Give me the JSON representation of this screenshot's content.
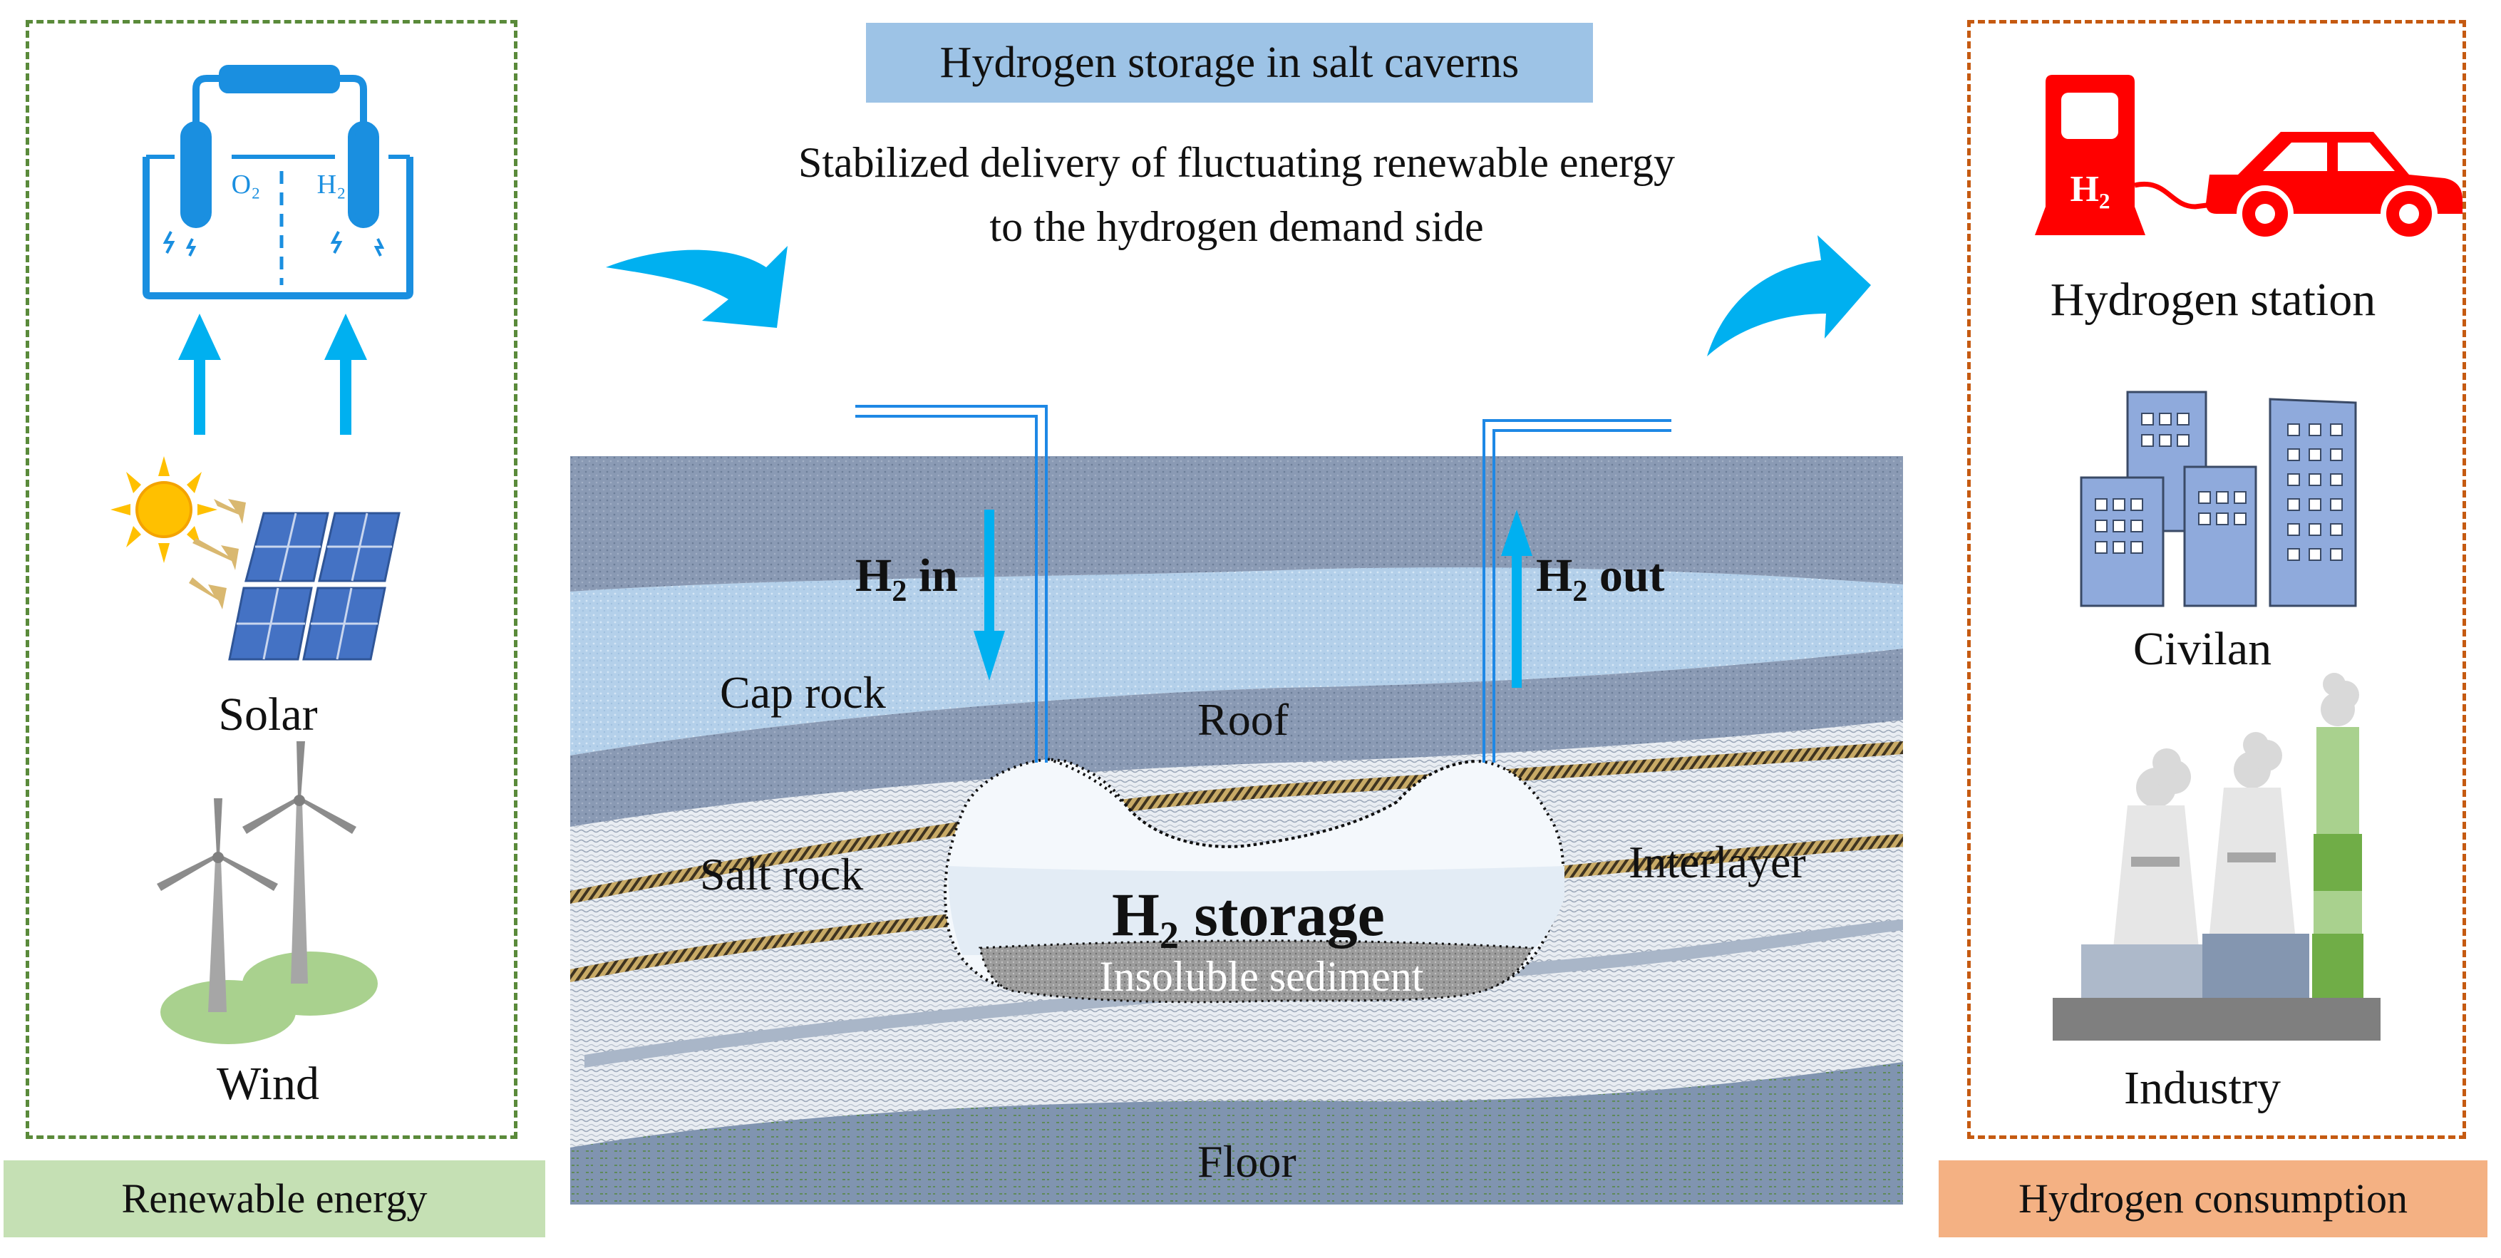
{
  "header": {
    "title": "Hydrogen storage in salt caverns",
    "subtitle_line1": "Stabilized delivery of fluctuating renewable energy",
    "subtitle_line2": "to the hydrogen demand side"
  },
  "left_panel": {
    "footer_label": "Renewable energy",
    "electrolyzer": {
      "left_gas": "O₂",
      "right_gas": "H₂"
    },
    "solar_label": "Solar",
    "wind_label": "Wind"
  },
  "right_panel": {
    "footer_label": "Hydrogen consumption",
    "station_badge": "H₂",
    "station_label": "Hydrogen station",
    "civilian_label": "Civilan",
    "industry_label": "Industry"
  },
  "geology": {
    "h2_in_prefix": "H",
    "h2_in_sub": "2",
    "h2_in_suffix": " in",
    "h2_out_prefix": "H",
    "h2_out_sub": "2",
    "h2_out_suffix": " out",
    "cap_rock": "Cap rock",
    "roof": "Roof",
    "salt_rock": "Salt rock",
    "interlayer": "Interlayer",
    "storage_prefix": "H",
    "storage_sub": "2",
    "storage_suffix": " storage",
    "sediment": "Insoluble sediment",
    "floor": "Floor"
  },
  "colors": {
    "left_border": "#5a8a3a",
    "left_footer_bg": "#c5e0b4",
    "right_border": "#c55a11",
    "right_footer_bg": "#f4b183",
    "title_bg": "#9dc3e6",
    "arrow_blue": "#00b0f0",
    "electrolyzer_blue": "#1a8fe0",
    "station_red": "#ff0000",
    "building_blue": "#8faadc",
    "dark_layer": "#8496b0",
    "light_layer": "#bdd7ee",
    "interlayer": "#8a7040"
  }
}
